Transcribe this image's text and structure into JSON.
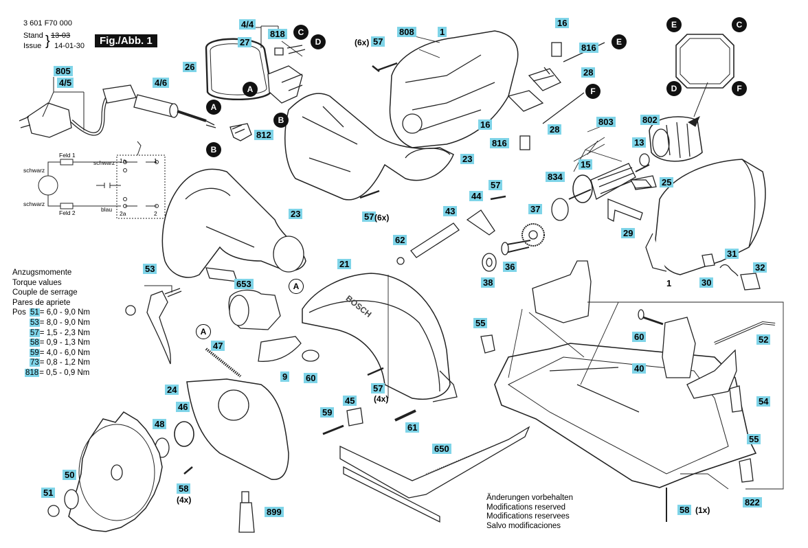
{
  "header": {
    "part_number": "3 601 F70 000",
    "stand_label": "Stand",
    "stand_value": "13-03",
    "issue_label": "Issue",
    "issue_value": "14-01-30"
  },
  "figure_label": "Fig./Abb. 1",
  "callouts": [
    {
      "id": "c805",
      "text": "805"
    },
    {
      "id": "c4-5",
      "text": "4/5"
    },
    {
      "id": "c4-6",
      "text": "4/6"
    },
    {
      "id": "c26",
      "text": "26"
    },
    {
      "id": "c4-4",
      "text": "4/4"
    },
    {
      "id": "c27",
      "text": "27"
    },
    {
      "id": "c818",
      "text": "818"
    },
    {
      "id": "c812",
      "text": "812"
    },
    {
      "id": "c808",
      "text": "808"
    },
    {
      "id": "c1a",
      "text": "1"
    },
    {
      "id": "c57a",
      "text": "57"
    },
    {
      "id": "c16a",
      "text": "16"
    },
    {
      "id": "c816a",
      "text": "816"
    },
    {
      "id": "c28a",
      "text": "28"
    },
    {
      "id": "c16b",
      "text": "16"
    },
    {
      "id": "c816b",
      "text": "816"
    },
    {
      "id": "c28b",
      "text": "28"
    },
    {
      "id": "c802",
      "text": "802"
    },
    {
      "id": "c803",
      "text": "803"
    },
    {
      "id": "c13",
      "text": "13"
    },
    {
      "id": "c15",
      "text": "15"
    },
    {
      "id": "c25",
      "text": "25"
    },
    {
      "id": "c834",
      "text": "834"
    },
    {
      "id": "c23a",
      "text": "23"
    },
    {
      "id": "c57b",
      "text": "57"
    },
    {
      "id": "c23b",
      "text": "23"
    },
    {
      "id": "c44",
      "text": "44"
    },
    {
      "id": "c57c",
      "text": "57"
    },
    {
      "id": "c43",
      "text": "43"
    },
    {
      "id": "c37",
      "text": "37"
    },
    {
      "id": "c29",
      "text": "29"
    },
    {
      "id": "c62",
      "text": "62"
    },
    {
      "id": "c36",
      "text": "36"
    },
    {
      "id": "c38",
      "text": "38"
    },
    {
      "id": "c31",
      "text": "31"
    },
    {
      "id": "c32",
      "text": "32"
    },
    {
      "id": "c1b",
      "text": "1"
    },
    {
      "id": "c30",
      "text": "30"
    },
    {
      "id": "c53",
      "text": "53"
    },
    {
      "id": "c653",
      "text": "653"
    },
    {
      "id": "c21",
      "text": "21"
    },
    {
      "id": "c55a",
      "text": "55"
    },
    {
      "id": "c60a",
      "text": "60"
    },
    {
      "id": "c52",
      "text": "52"
    },
    {
      "id": "c47",
      "text": "47"
    },
    {
      "id": "c9",
      "text": "9"
    },
    {
      "id": "c60b",
      "text": "60"
    },
    {
      "id": "c40",
      "text": "40"
    },
    {
      "id": "c24",
      "text": "24"
    },
    {
      "id": "c57d",
      "text": "57"
    },
    {
      "id": "c54",
      "text": "54"
    },
    {
      "id": "c48",
      "text": "48"
    },
    {
      "id": "c46",
      "text": "46"
    },
    {
      "id": "c59",
      "text": "59"
    },
    {
      "id": "c45",
      "text": "45"
    },
    {
      "id": "c61",
      "text": "61"
    },
    {
      "id": "c650",
      "text": "650"
    },
    {
      "id": "c55b",
      "text": "55"
    },
    {
      "id": "c51",
      "text": "51"
    },
    {
      "id": "c50",
      "text": "50"
    },
    {
      "id": "c58a",
      "text": "58"
    },
    {
      "id": "c899",
      "text": "899"
    },
    {
      "id": "c822",
      "text": "822"
    },
    {
      "id": "c58b",
      "text": "58"
    }
  ],
  "qty_notes": {
    "q6x_top": "(6x)",
    "q6x_bottom": "(6x)",
    "q4x_57": "(4x)",
    "q4x_58": "(4x)",
    "q1x_58": "(1x)"
  },
  "connectors": [
    "A",
    "B",
    "C",
    "D",
    "E",
    "F"
  ],
  "wiring": {
    "feld1": "Feld 1",
    "feld2": "Feld 2",
    "schwarz_left_top": "schwarz",
    "schwarz_left_bottom": "schwarz",
    "schwarz_right": "schwarz",
    "blau": "blau",
    "t1a": "1a",
    "t2a": "2a",
    "t1": "1",
    "t2": "2"
  },
  "torque": {
    "titles": [
      "Anzugsmomente",
      "Torque values",
      "Couple de serrage",
      "Pares de apriete"
    ],
    "pos_label": "Pos",
    "rows": [
      {
        "pos": "51",
        "value": "= 6,0 - 9,0 Nm"
      },
      {
        "pos": "53",
        "value": "= 8,0 - 9,0 Nm"
      },
      {
        "pos": "57",
        "value": "= 1,5 - 2,3 Nm"
      },
      {
        "pos": "58",
        "value": "= 0,9 - 1,3 Nm"
      },
      {
        "pos": "59",
        "value": "= 4,0 - 6,0 Nm"
      },
      {
        "pos": "73",
        "value": "= 0,8 - 1,2 Nm"
      },
      {
        "pos": "818",
        "value": "= 0,5 - 0,9 Nm"
      }
    ]
  },
  "footer": [
    "Änderungen vorbehalten",
    "Modifications reserved",
    "Modifications reservees",
    "Salvo modificaciones"
  ],
  "guard_brand": "BOSCH"
}
